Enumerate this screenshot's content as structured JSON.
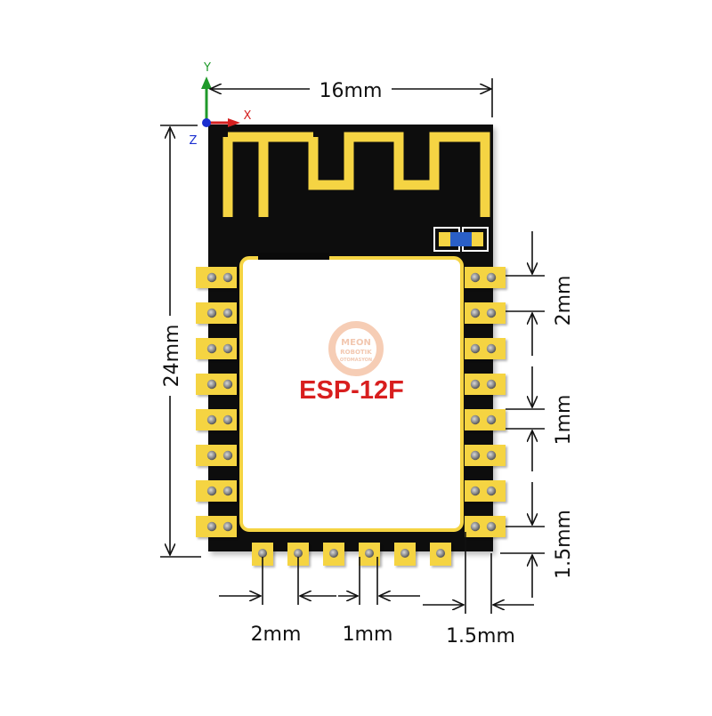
{
  "title": "ESP-12F module dimensions",
  "colors": {
    "pcb": "#0a0a0a",
    "gold": "#f5d443",
    "gold_edge": "#d9b52a",
    "shield": "#ffffff",
    "hole": "#8a8a8a",
    "chip_label": "#d81e1e",
    "smd_part": "#2a5fc7",
    "axis_x": "#d42020",
    "axis_y": "#1f9a2a",
    "axis_z": "#1a2fd0",
    "dim_line": "#111111",
    "watermark": "#f3b79a"
  },
  "module": {
    "name": "ESP-12F",
    "width_label": "16mm",
    "height_label": "24mm",
    "left_pads": 8,
    "right_pads": 8,
    "bottom_pads": 6
  },
  "axes": {
    "x_label": "X",
    "y_label": "Y",
    "z_label": "Z"
  },
  "watermark": {
    "line1": "MEON",
    "line2": "ROBOTIK",
    "line3": "OTOMASYON"
  },
  "dimensions": {
    "top": "16mm",
    "left": "24mm",
    "right_pitch": "2mm",
    "right_pad_width": "1mm",
    "right_bottom_offset": "1.5mm",
    "bottom_pitch": "2mm",
    "bottom_pad_width": "1mm",
    "bottom_right_offset": "1.5mm"
  }
}
